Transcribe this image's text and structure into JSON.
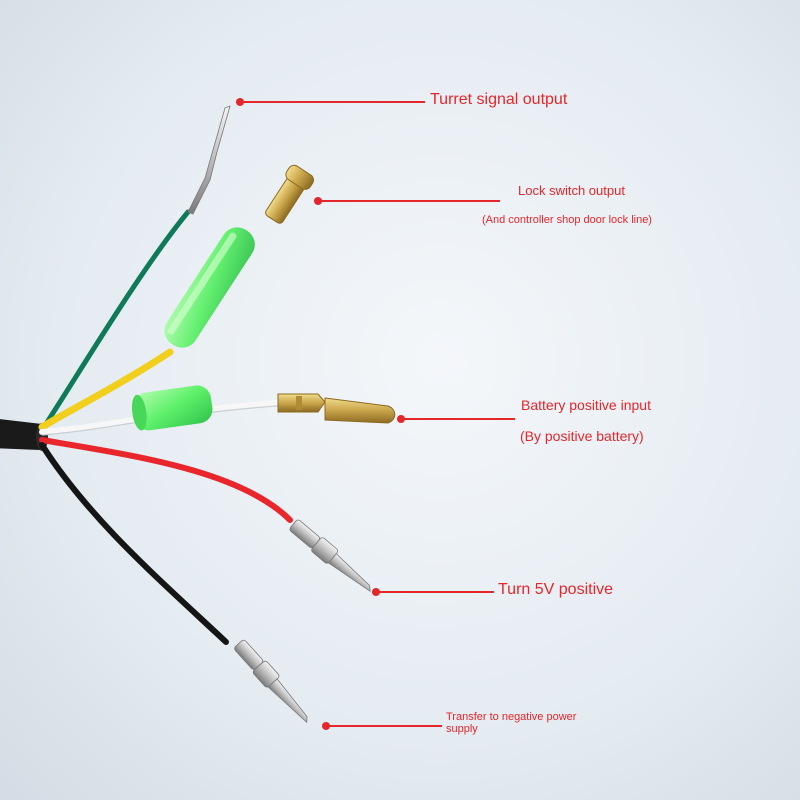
{
  "labels": {
    "turret_signal_output": "Turret signal output",
    "lock_switch_output": "Lock switch output",
    "lock_switch_note": "(And controller shop door lock line)",
    "battery_positive_input": "Battery positive input",
    "battery_positive_note": "(By positive battery)",
    "turn_5v_positive": "Turn 5V positive",
    "transfer_negative": "Transfer to negative power supply"
  },
  "colors": {
    "annotation": "#e5262a",
    "wire_green": "#0f7a5a",
    "wire_yellow": "#f2cf1c",
    "wire_white": "#f4f4f4",
    "wire_red": "#e8262b",
    "wire_black": "#151515",
    "sleeve_green": "#5ef06a",
    "terminal_brass": "#c9a54a",
    "background": "#e8eef3"
  }
}
